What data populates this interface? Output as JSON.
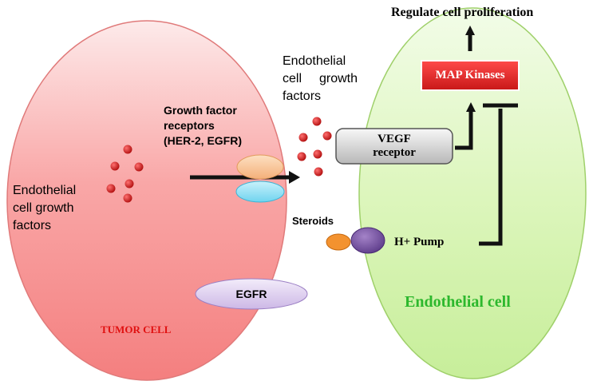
{
  "title": "Regulate cell proliferation",
  "tumor_cell": {
    "label": "TUMOR CELL",
    "growth_factors_text": [
      "Endothelial",
      "cell growth",
      "factors"
    ],
    "egfr_label": "EGFR"
  },
  "receptors_label": [
    "Growth factor",
    "receptors",
    "(HER-2, EGFR)"
  ],
  "secreted_factors_text": [
    "Endothelial",
    "cell",
    "growth",
    "factors"
  ],
  "endothelial_cell": {
    "label": "Endothelial cell",
    "vegf_receptor_label": [
      "VEGF",
      "receptor"
    ],
    "map_kinases_label": "MAP Kinases",
    "pump_label": "H+ Pump"
  },
  "steroids_label": "Steroids",
  "colors": {
    "tumor_fill": "#f9a3a3",
    "endothelial_fill": "#d8f5b4",
    "map_kinases": "#e02a2a",
    "dots": "#d31b1b",
    "egfr_fill": "#e2d4f1",
    "endothelial_label": "#2db82d",
    "tumor_label": "#e01010"
  }
}
